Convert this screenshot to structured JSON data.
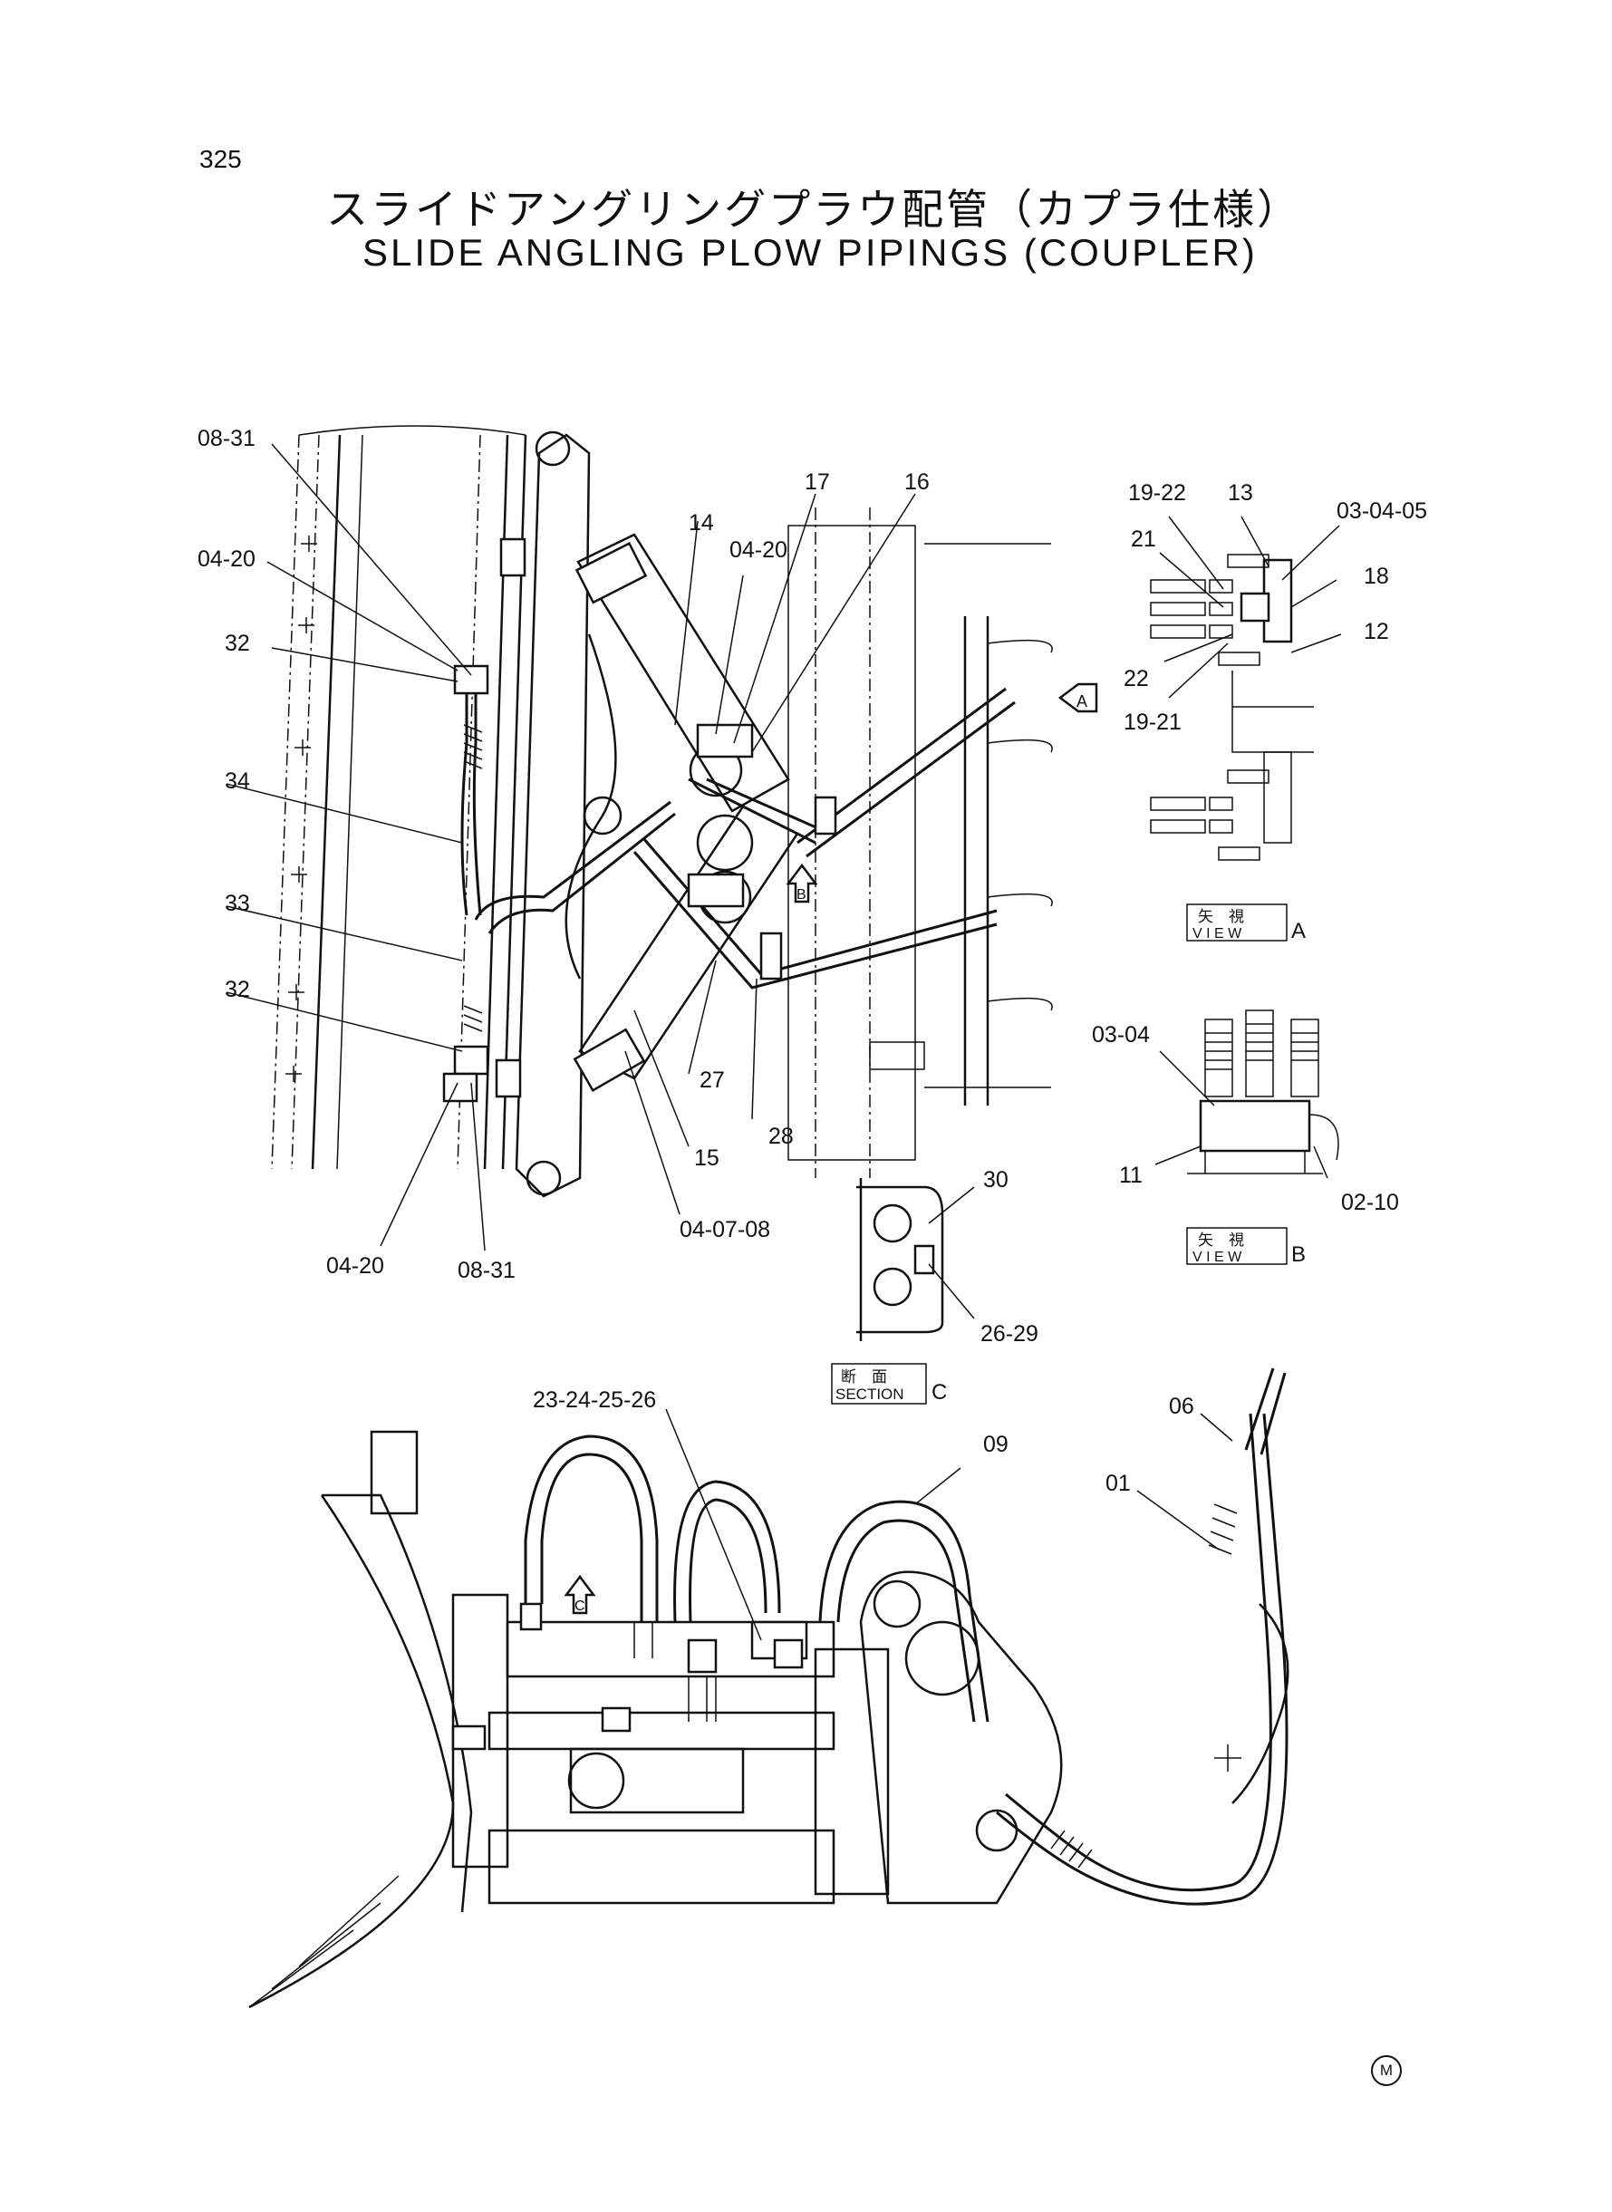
{
  "page_number": "325",
  "title_jp": "スライドアングリングプラウ配管（カプラ仕様）",
  "title_en": "SLIDE ANGLING PLOW PIPINGS (COUPLER)",
  "callouts": {
    "c_08_31_top": "08-31",
    "c_04_20_top": "04-20",
    "c_32_top": "32",
    "c_34": "34",
    "c_33": "33",
    "c_32_bottom": "32",
    "c_04_20_bottom": "04-20",
    "c_08_31_bottom": "08-31",
    "c_14": "14",
    "c_17": "17",
    "c_16": "16",
    "c_04_20_mid": "04-20",
    "c_27": "27",
    "c_28": "28",
    "c_15": "15",
    "c_04_07_08": "04-07-08",
    "c_19_22": "19-22",
    "c_13": "13",
    "c_03_04_05": "03-04-05",
    "c_21": "21",
    "c_18": "18",
    "c_12": "12",
    "c_22": "22",
    "c_19_21": "19-21",
    "c_03_04": "03-04",
    "c_11": "11",
    "c_02_10": "02-10",
    "c_30": "30",
    "c_26_29": "26-29",
    "c_23_24_25_26": "23-24-25-26",
    "c_06": "06",
    "c_09": "09",
    "c_01": "01"
  },
  "view_markers": {
    "arrow_a": "A",
    "arrow_b": "B",
    "arrow_c": "C"
  },
  "view_labels": {
    "view_a_jp": "矢　視",
    "view_a_en": "V I E W",
    "view_a_letter": "A",
    "view_b_jp": "矢　視",
    "view_b_en": "V I E W",
    "view_b_letter": "B",
    "section_c_jp": "断　面",
    "section_c_en": "SECTION",
    "section_c_letter": "C"
  },
  "footer_mark": "M"
}
